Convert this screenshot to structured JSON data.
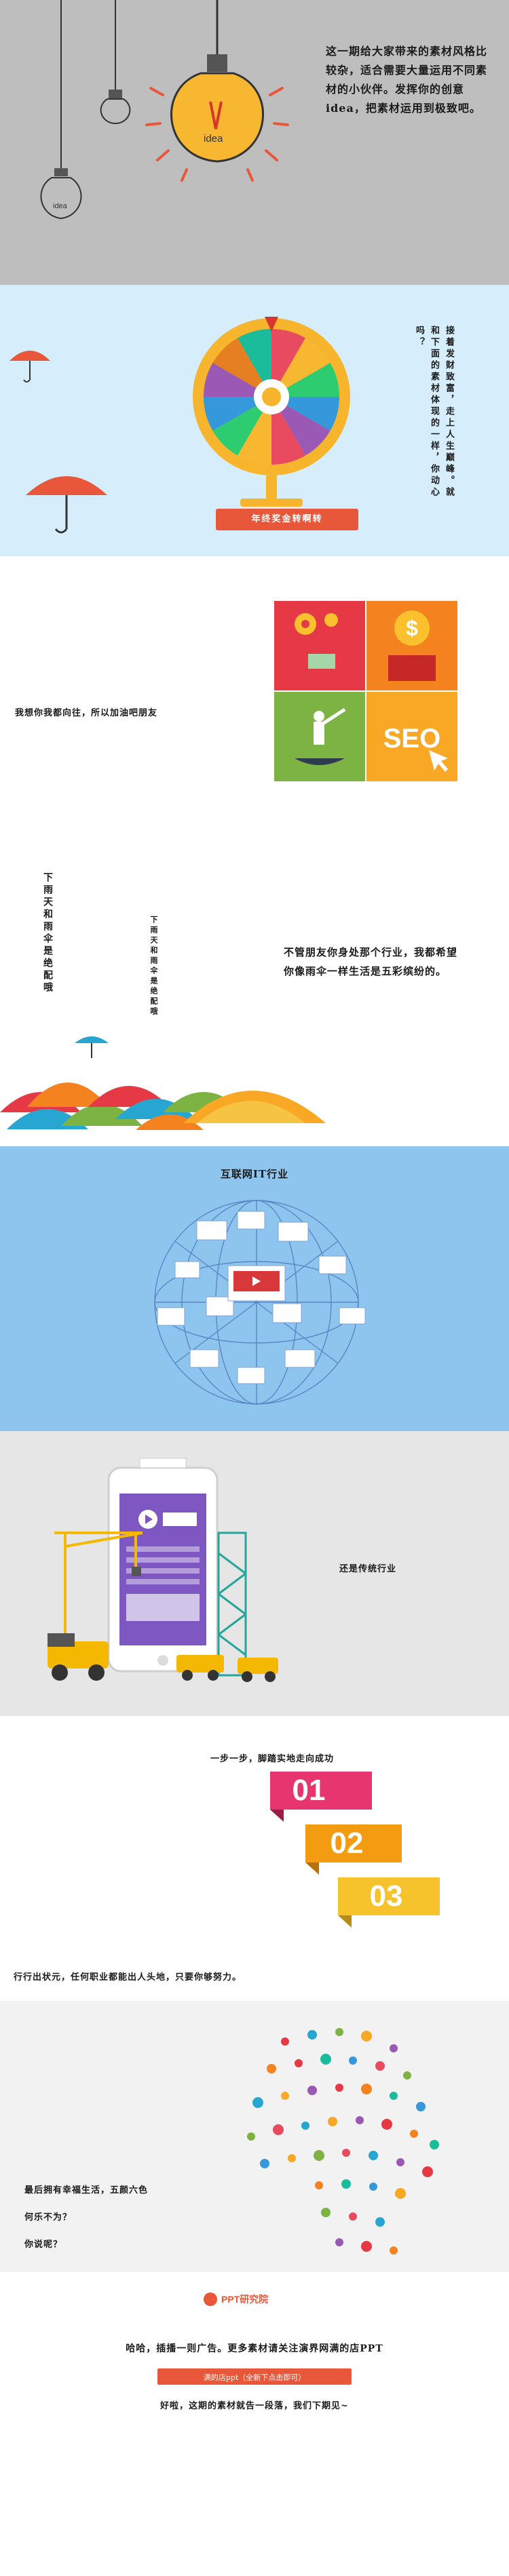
{
  "section1": {
    "intro": "这一期给大家带来的素材风格比较杂，适合需要大量运用不同素材的小伙伴。发挥你的创意idea，把素材运用到极致吧。",
    "bulb_big_label": "idea",
    "bulb_small_label": "idea"
  },
  "section2": {
    "wheel_banner": "年终奖金转啊转",
    "vertical_text": "接着发财致富，走上人生巅峰。就和下面的素材体现的一样，你动心吗？"
  },
  "section3": {
    "caption": "我想你我都向往，所以加油吧朋友",
    "seo_label": "SEO"
  },
  "section4": {
    "vtext_left": "下雨天和雨伞是绝配哦",
    "vtext_mid": "下雨天和雨伞是绝配哦",
    "caption": "不管朋友你身处那个行业，我都希望你像雨伞一样生活是五彩缤纷的。"
  },
  "section5": {
    "title": "互联网IT行业"
  },
  "section6": {
    "caption": "还是传统行业"
  },
  "section7": {
    "title": "一步一步，脚踏实地走向成功",
    "steps": [
      "01",
      "02",
      "03"
    ],
    "caption": "行行出状元，任何职业都能出人头地，只要你够努力。"
  },
  "section8": {
    "line1": "最后拥有幸福生活，五颜六色",
    "line2": "何乐不为？",
    "line3": "你说呢？"
  },
  "footer": {
    "logo_text": "PPT研究院",
    "ad_line": "哈哈，插播一则广告。更多素材请关注演界网满的店PPT",
    "button_label": "满的店ppt（全新下点击即可）",
    "closing": "好啦，这期的素材就告一段落，我们下期见~"
  },
  "colors": {
    "sec1_bg": "#bebebe",
    "sec2_bg": "#d6eefb",
    "sec5_bg": "#8ec5ef",
    "sec6_bg": "#e6e6e6",
    "sec8_bg": "#f2f2f2",
    "accent": "#e8573a"
  }
}
